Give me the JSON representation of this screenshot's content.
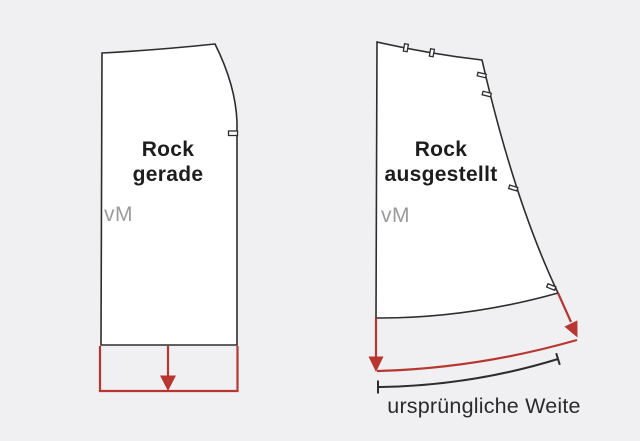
{
  "illustration": {
    "background_color": "#f0f0f2",
    "outline_color": "#2d2d2d",
    "accent_red_color": "#b83630",
    "muted_label_color": "#9b9b9b",
    "pieces": {
      "straight_skirt": {
        "title_line1": "Rock",
        "title_line2": "gerade",
        "center_front_label": "vM"
      },
      "flared_skirt": {
        "title_line1": "Rock",
        "title_line2": "ausgestellt",
        "center_front_label": "vM"
      }
    },
    "measure_label": "ursprüngliche Weite"
  }
}
